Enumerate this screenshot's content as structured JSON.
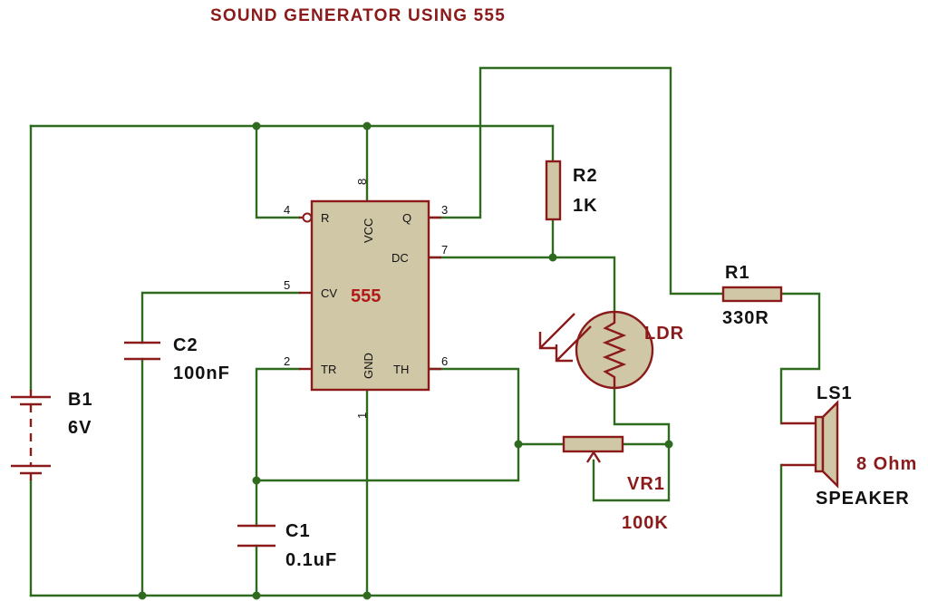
{
  "title": "SOUND GENERATOR USING 555",
  "ic": {
    "name": "555",
    "pins": {
      "reset": "R",
      "vcc": "VCC",
      "output": "Q",
      "discharge": "DC",
      "control": "CV",
      "trigger": "TR",
      "gnd": "GND",
      "threshold": "TH"
    },
    "pin_numbers": {
      "reset": "4",
      "vcc": "8",
      "output": "3",
      "discharge": "7",
      "control": "5",
      "trigger": "2",
      "gnd": "1",
      "threshold": "6"
    }
  },
  "components": {
    "r2": {
      "ref": "R2",
      "value": "1K"
    },
    "r1": {
      "ref": "R1",
      "value": "330R"
    },
    "ldr": {
      "ref": "LDR"
    },
    "vr1": {
      "ref": "VR1",
      "value": "100K"
    },
    "c2": {
      "ref": "C2",
      "value": "100nF"
    },
    "c1": {
      "ref": "C1",
      "value": "0.1uF"
    },
    "b1": {
      "ref": "B1",
      "value": "6V"
    },
    "ls1": {
      "ref": "LS1",
      "value": "8 Ohm",
      "type": "SPEAKER"
    }
  },
  "colors": {
    "wire": "#2f6b1f",
    "component": "#8b1a1a",
    "body": "#cfc7a5",
    "label": "#111111"
  }
}
